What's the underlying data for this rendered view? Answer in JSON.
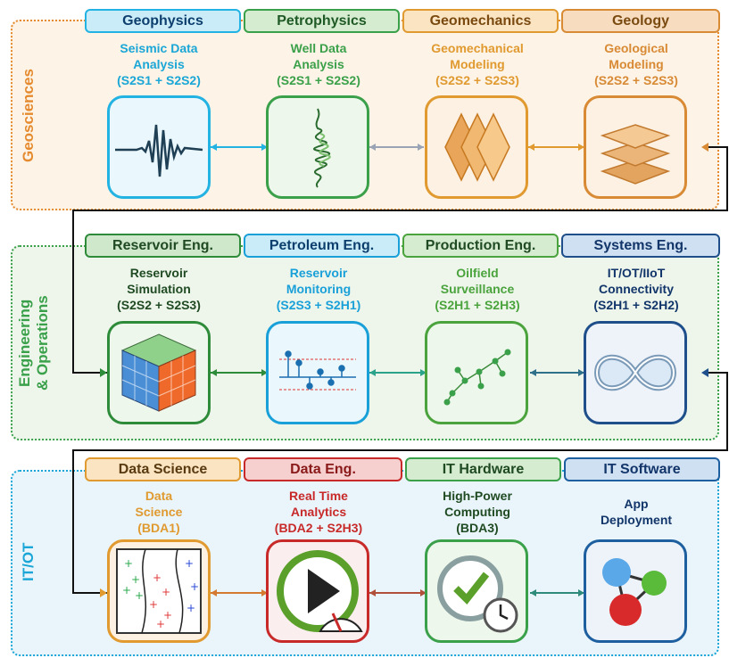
{
  "colors": {
    "geophysics": "#23b3e3",
    "petrophysics": "#3aa04a",
    "geomechanics": "#e09a30",
    "geology": "#d88a35",
    "reservoir": "#2e8b3a",
    "petroleum": "#1aa0d8",
    "production": "#4aa33c",
    "systems": "#1e4f8a",
    "datascience": "#e09a30",
    "dataeng": "#c82a2a",
    "ithardware": "#3aa04a",
    "itsoftware": "#1e5fa0",
    "geosciences_band": "#e58a2e",
    "engineering_band": "#3aa04a",
    "itot_band": "#1aa6d6"
  },
  "bands": {
    "geosciences": {
      "label": "Geosciences"
    },
    "engineering": {
      "label": "Engineering\n& Operations"
    },
    "itot": {
      "label": "IT/OT"
    }
  },
  "rows": {
    "geosciences": [
      {
        "header": "Geophysics",
        "lines": [
          "Seismic Data",
          "Analysis",
          "(S2S1 + S2S2)"
        ],
        "icon": "seismic-wave-icon"
      },
      {
        "header": "Petrophysics",
        "lines": [
          "Well Data",
          "Analysis",
          "(S2S1 + S2S2)"
        ],
        "icon": "well-log-icon"
      },
      {
        "header": "Geomechanics",
        "lines": [
          "Geomechanical",
          "Modeling",
          "(S2S2 + S2S3)"
        ],
        "icon": "stacked-diamonds-icon"
      },
      {
        "header": "Geology",
        "lines": [
          "Geological",
          "Modeling",
          "(S2S2 + S2S3)"
        ],
        "icon": "stacked-layers-icon"
      }
    ],
    "engineering": [
      {
        "header": "Reservoir Eng.",
        "lines": [
          "Reservoir",
          "Simulation",
          "(S2S2 + S2S3)"
        ],
        "icon": "grid-cube-icon"
      },
      {
        "header": "Petroleum Eng.",
        "lines": [
          "Reservoir",
          "Monitoring",
          "(S2S3 + S2H1)"
        ],
        "icon": "control-chart-icon"
      },
      {
        "header": "Production Eng.",
        "lines": [
          "Oilfield",
          "Surveillance",
          "(S2H1 + S2H3)"
        ],
        "icon": "network-graph-icon"
      },
      {
        "header": "Systems  Eng.",
        "lines": [
          "IT/OT/IIoT",
          "Connectivity",
          "(S2H1 + S2H2)"
        ],
        "icon": "devops-loop-icon"
      }
    ],
    "itot": [
      {
        "header": "Data Science",
        "lines": [
          "Data",
          "Science",
          "(BDA1)"
        ],
        "icon": "scatter-clusters-icon"
      },
      {
        "header": "Data Eng.",
        "lines": [
          "Real Time",
          "Analytics",
          "(BDA2 + S2H3)"
        ],
        "icon": "play-gauge-icon"
      },
      {
        "header": "IT Hardware",
        "lines": [
          "High-Power",
          "Computing",
          "(BDA3)"
        ],
        "icon": "check-clock-icon"
      },
      {
        "header": "IT Software",
        "lines": [
          "App",
          "Deployment"
        ],
        "icon": "molecule-nodes-icon"
      }
    ]
  }
}
